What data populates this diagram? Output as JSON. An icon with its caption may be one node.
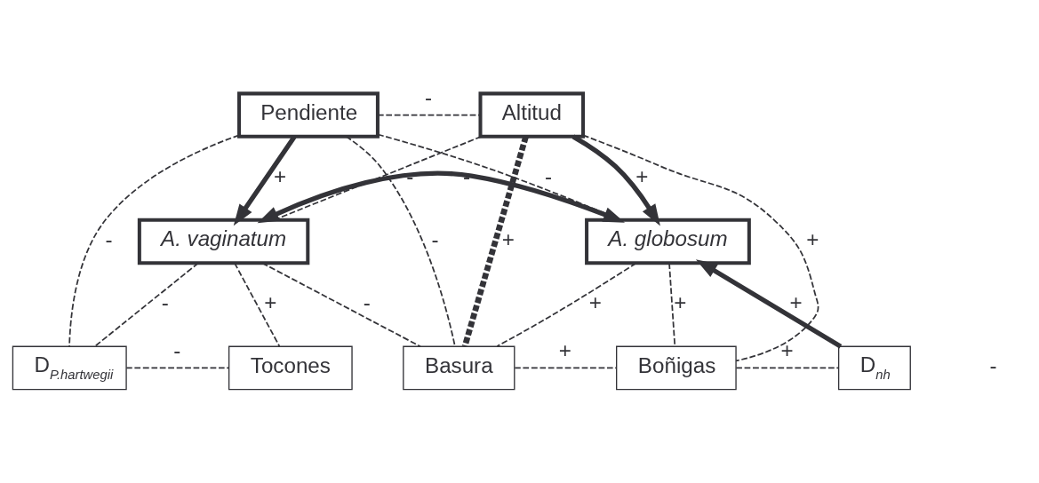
{
  "diagram": {
    "nodes": [
      {
        "text": [
          "Pendiente"
        ]
      },
      {
        "text": [
          "Altitud"
        ]
      },
      {
        "text": [
          "A. vaginatum"
        ]
      },
      {
        "text": [
          "A. globosum"
        ]
      },
      {
        "text": [
          "D$_{P.hartwegii}$"
        ]
      },
      {
        "text": [
          "Tocones"
        ]
      },
      {
        "text": [
          "Basura"
        ]
      },
      {
        "text": [
          "Boñigas"
        ]
      },
      {
        "text": [
          "D$_{nh}$"
        ]
      }
    ],
    "edges": [
      {
        "from": 0,
        "to": 1,
        "arrow": "none",
        "label": "-",
        "style": "dashed"
      },
      {
        "from": 0,
        "to": 2,
        "arrow": "to",
        "label": "+",
        "style": "thick"
      },
      {
        "from": 1,
        "to": 3,
        "arrow": "to",
        "label": "+",
        "style": "thick"
      },
      {
        "from": 2,
        "to": 3,
        "arrow": "both",
        "label": "-",
        "style": "thick"
      },
      {
        "from": 0,
        "to": 3,
        "arrow": "none",
        "label": "-",
        "style": "dashed"
      },
      {
        "from": 1,
        "to": 2,
        "arrow": "none",
        "label": "-",
        "style": "dashed"
      },
      {
        "from": 0,
        "to": 4,
        "arrow": "none",
        "label": "-",
        "style": "dashed"
      },
      {
        "from": 0,
        "to": 6,
        "arrow": "none",
        "label": "-",
        "style": "dashed"
      },
      {
        "from": 1,
        "to": 7,
        "arrow": "none",
        "label": "+",
        "style": "dashed"
      },
      {
        "from": 1,
        "to": 6,
        "arrow": "none",
        "label": "+",
        "style": "dashed"
      },
      {
        "from": 2,
        "to": 4,
        "arrow": "none",
        "label": "-",
        "style": "dashed"
      },
      {
        "from": 2,
        "to": 5,
        "arrow": "none",
        "label": "+",
        "style": "dashed"
      },
      {
        "from": 2,
        "to": 6,
        "arrow": "none",
        "label": "-",
        "style": "dashed"
      },
      {
        "from": 3,
        "to": 6,
        "arrow": "none",
        "label": "+",
        "style": "dashed"
      },
      {
        "from": 3,
        "to": 7,
        "arrow": "none",
        "label": "+",
        "style": "dashed"
      },
      {
        "from": 8,
        "to": 3,
        "arrow": "to",
        "label": "+",
        "style": "thick"
      },
      {
        "from": 4,
        "to": 5,
        "arrow": "none",
        "label": "-",
        "style": "dashed"
      },
      {
        "from": 6,
        "to": 7,
        "arrow": "none",
        "label": "+",
        "style": "dashed"
      },
      {
        "from": 7,
        "to": 8,
        "arrow": "none",
        "label": "+",
        "style": "dashed"
      }
    ],
    "labels": [
      "-"
    ]
  }
}
